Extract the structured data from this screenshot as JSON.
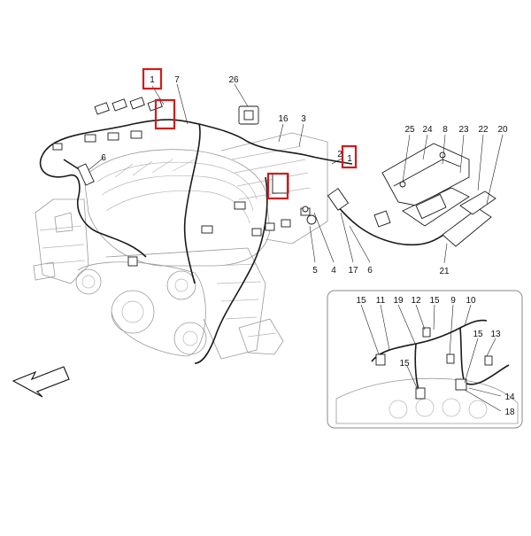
{
  "labels": {
    "l1a": "1",
    "l7": "7",
    "l26": "26",
    "l16": "16",
    "l3": "3",
    "l2": "2",
    "l1b": "1",
    "l6a": "6",
    "l25": "25",
    "l24": "24",
    "l8": "8",
    "l23": "23",
    "l22": "22",
    "l20": "20",
    "l5": "5",
    "l4": "4",
    "l17": "17",
    "l6b": "6",
    "l21": "21",
    "d15a": "15",
    "d11": "11",
    "d19": "19",
    "d12": "12",
    "d15b": "15",
    "d9": "9",
    "d10": "10",
    "d15c": "15",
    "d13": "13",
    "d15d": "15",
    "d14": "14",
    "d18": "18"
  },
  "colors": {
    "highlight": "#d21b1b",
    "line": "#1a1a1a",
    "engine": "#9a9a9a"
  },
  "icons": {
    "direction": "arrow-direction-icon"
  }
}
